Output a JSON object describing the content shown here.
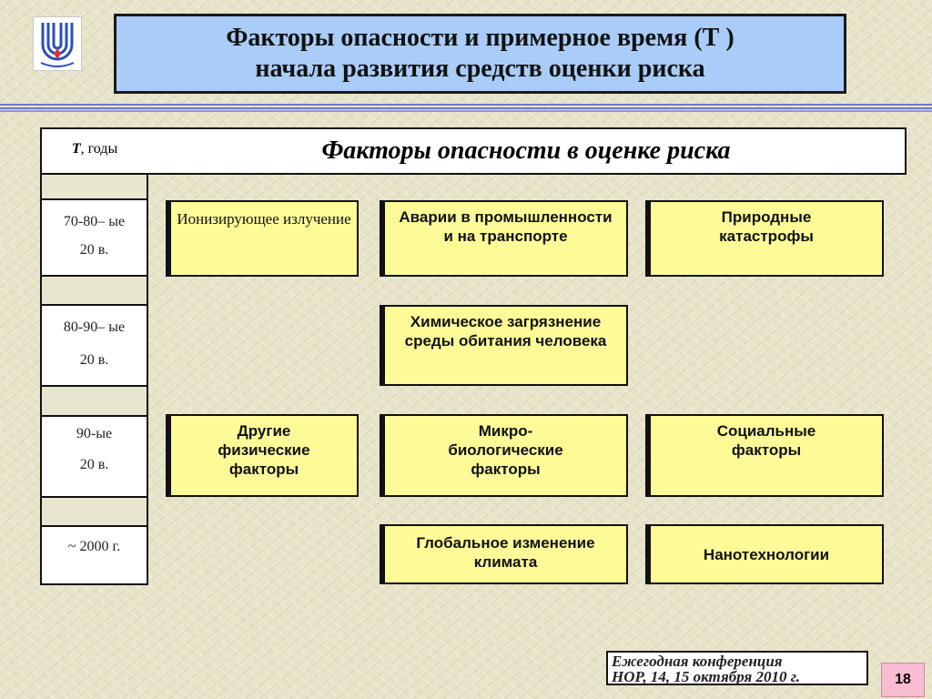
{
  "title": {
    "line1": "Факторы опасности и примерное время (Т )",
    "line2": "начала  развития средств оценки риска"
  },
  "table": {
    "time_header_t": "Т",
    "time_header_rest": ", годы",
    "main_header": "Факторы опасности в оценке риска",
    "periods": [
      {
        "line1": "70-80– ые",
        "line2": "20 в."
      },
      {
        "line1": "80-90– ые",
        "line2": "20 в."
      },
      {
        "line1": "90-ые",
        "line2": "20 в."
      },
      {
        "line1": "~ 2000 г.",
        "line2": ""
      }
    ]
  },
  "factors": {
    "ionizing": "Ионизирующее излучение",
    "accidents": "Аварии в промышленности и на транспорте",
    "natural": "Природные катастрофы",
    "chemical": "Химическое загрязнение среды обитания человека",
    "other_physical": "Другие физические факторы",
    "microbiological": "Микро-биологические факторы",
    "social": "Социальные факторы",
    "climate": "Глобальное изменение климата",
    "nanotech": "Нанотехнологии"
  },
  "footer": {
    "line1": "Ежегодная конференция",
    "line2": "НОР,  14, 15 октября 2010 г."
  },
  "page_number": "18",
  "colors": {
    "title_bg": "#a9ccf8",
    "factor_bg": "#fdfb97",
    "page_bg": "#e6e3c8",
    "page_num_bg": "#f8bdd2"
  }
}
